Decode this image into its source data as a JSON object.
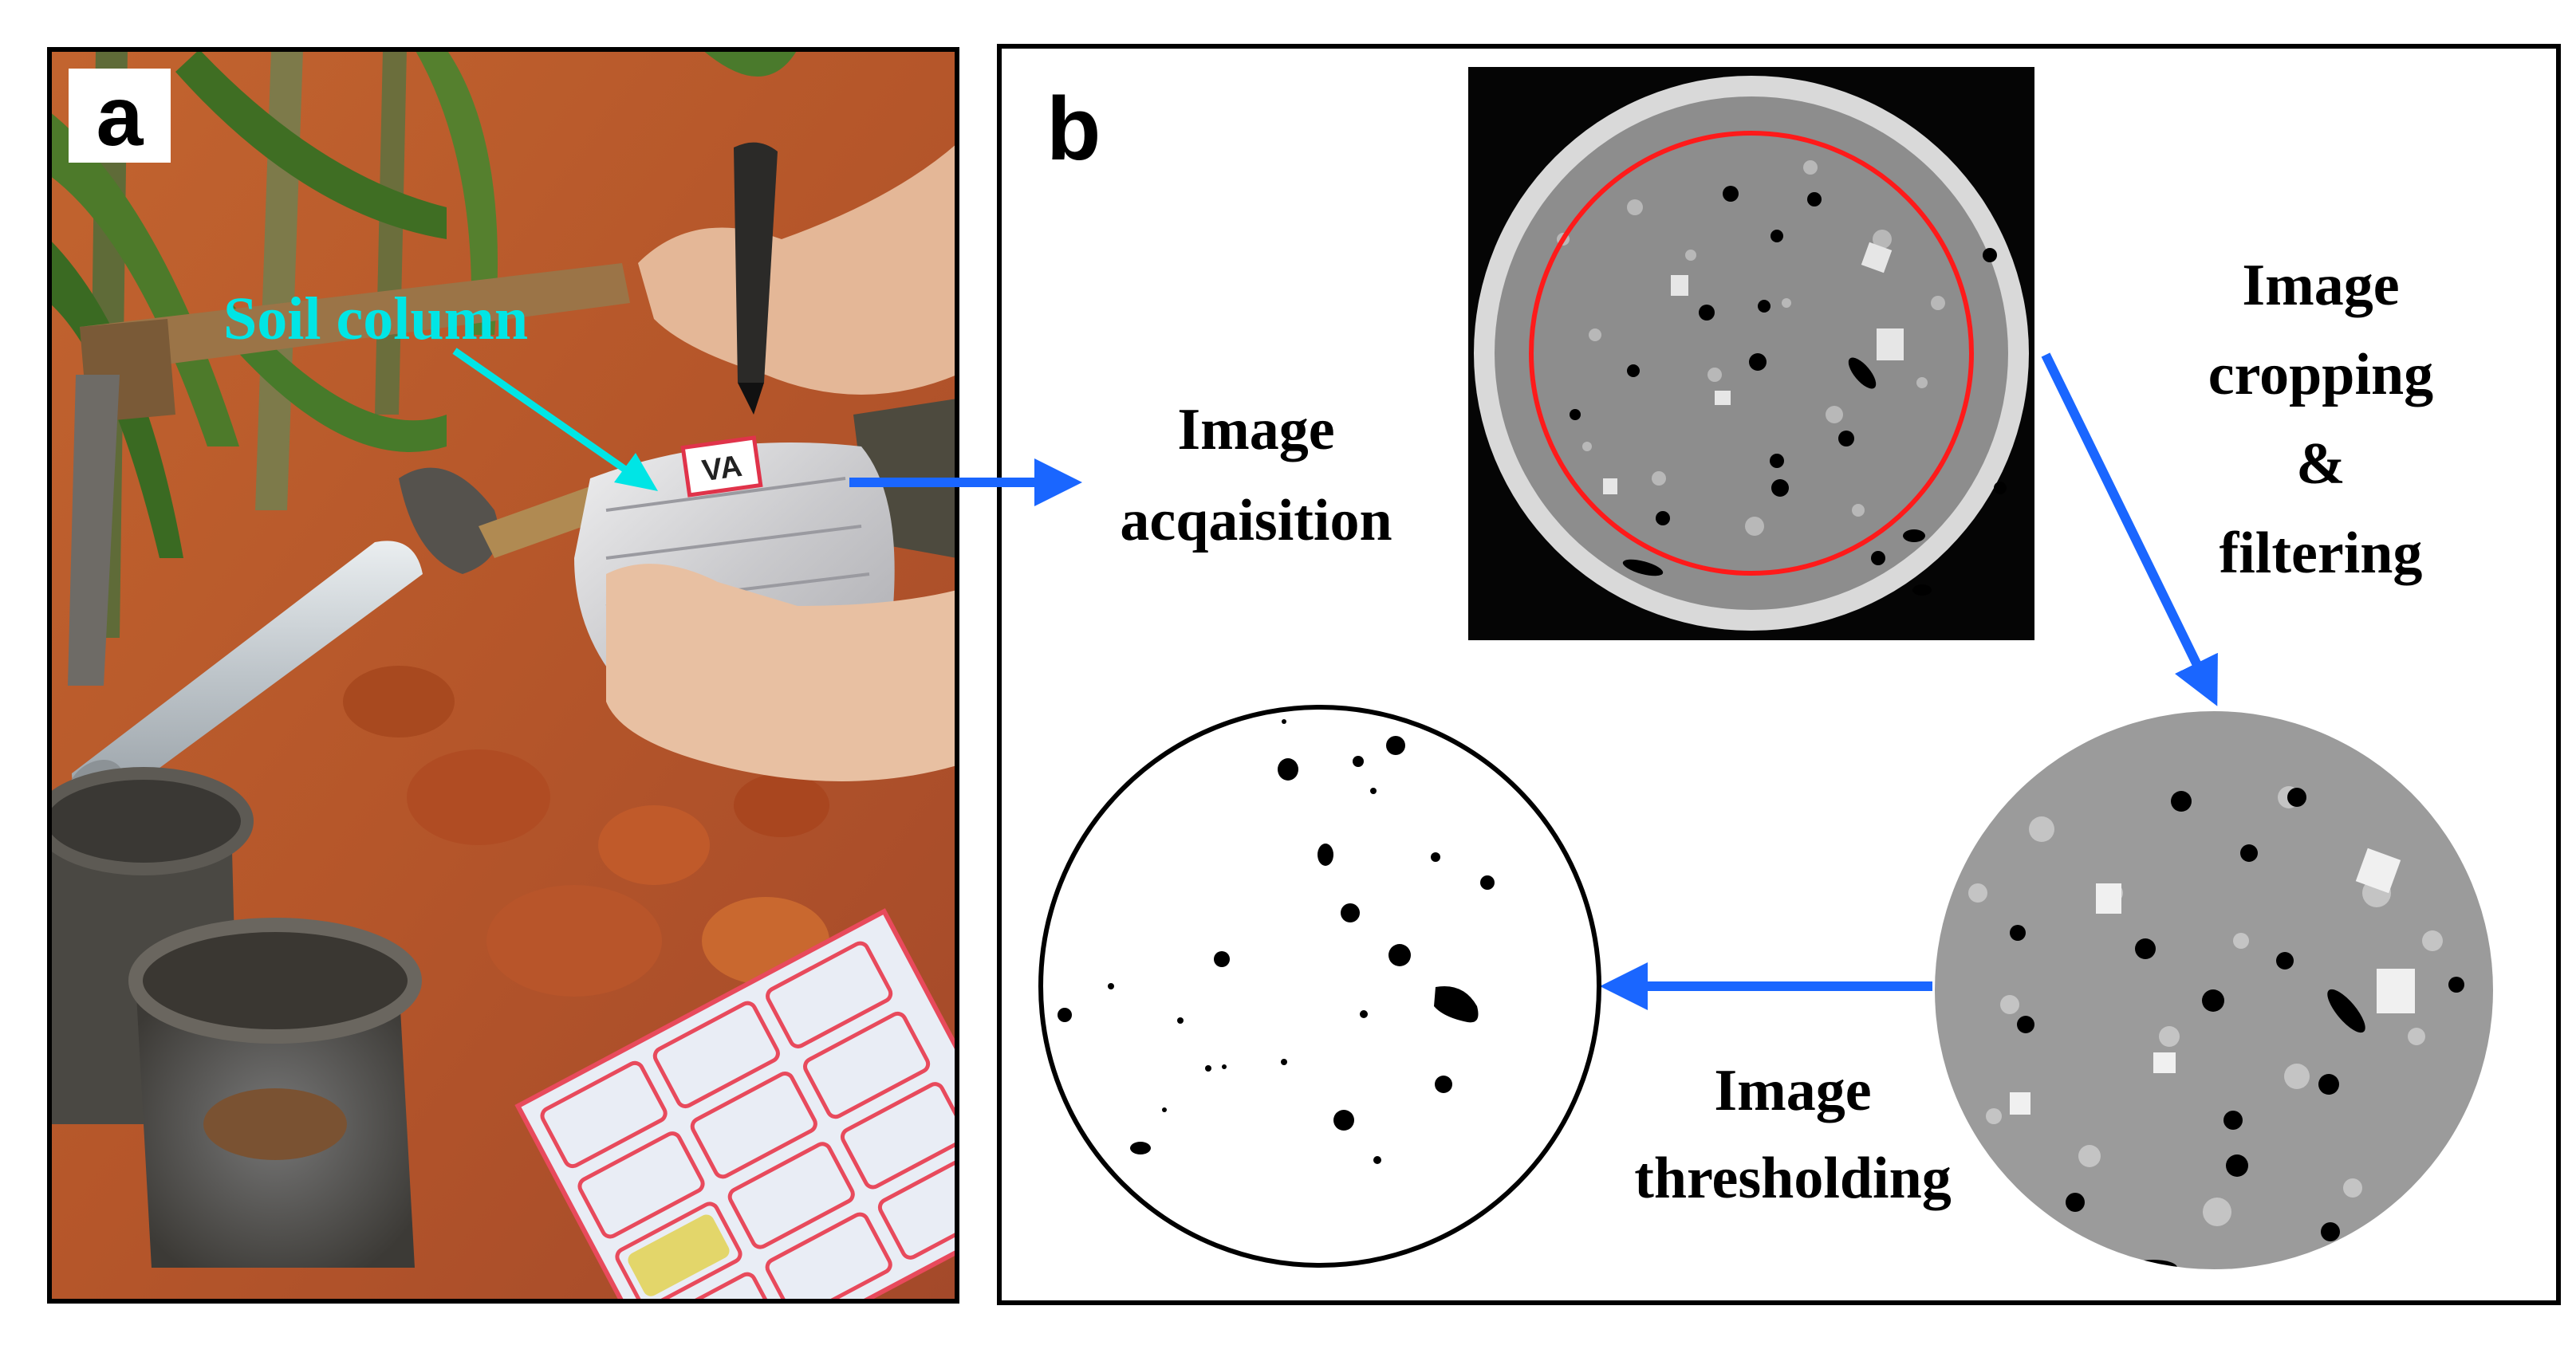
{
  "panel_a": {
    "label": "a",
    "annotation": "Soil column",
    "tag_text": "VA",
    "annotation_color": "#00e5e5"
  },
  "panel_b": {
    "label": "b",
    "step_acquisition": [
      "Image",
      "acqaisition"
    ],
    "step_cropping": [
      "Image",
      "cropping",
      "&",
      "filtering"
    ],
    "step_thresholding": [
      "Image",
      "thresholding"
    ],
    "arrow_color": "#1a66ff",
    "crop_circle_color": "#ff1a1a"
  }
}
